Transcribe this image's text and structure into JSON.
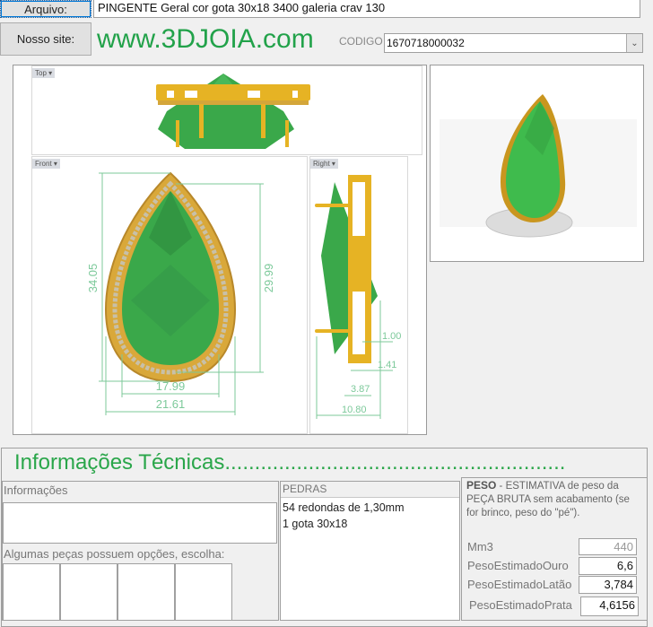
{
  "header": {
    "arquivo_button": "Arquivo:",
    "arquivo_value": "PINGENTE Geral cor gota 30x18 3400 galeria crav 130",
    "site_button": "Nosso site:",
    "site_url": "www.3DJOIA.com",
    "codigo_label": "CODIGO",
    "codigo_value": "1670718000032",
    "codigo_dropdown_icon": "chevron-down-icon"
  },
  "views": {
    "top_label": "Top",
    "front_label": "Front",
    "right_label": "Right",
    "front_dimensions": {
      "height_total": "34.05",
      "height_stone": "29.99",
      "width_stone": "17.99",
      "width_total": "21.61"
    },
    "right_dimensions": {
      "d1": "1.00",
      "d2": "1.41",
      "d3": "3.87",
      "d4": "10.80"
    }
  },
  "colors": {
    "brand_green": "#22a24a",
    "gem_green": "#3aa84a",
    "gold": "#e6b324",
    "dimension_green": "#7cc99a"
  },
  "tech": {
    "title": "Informações Técnicas.........................................................",
    "info_label": "Informações",
    "info_value": "",
    "options_label": "Algumas peças possuem opções, escolha:",
    "pedras_header": "PEDRAS",
    "pedras_lines": [
      "54 redondas de 1,30mm",
      "1 gota 30x18"
    ],
    "peso_title": "PESO",
    "peso_desc": " -  ESTIMATIVA de peso da PEÇA BRUTA sem acabamento (se for brinco, peso do \"pé\").",
    "peso_rows": [
      {
        "label": "Mm3",
        "value": "440"
      },
      {
        "label": "PesoEstimadoOuro",
        "value": "6,6"
      },
      {
        "label": "PesoEstimadoLatão",
        "value": "3,784"
      },
      {
        "label": "PesoEstimadoPrata",
        "value": "4,6156"
      }
    ]
  }
}
